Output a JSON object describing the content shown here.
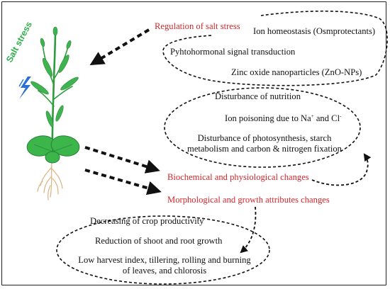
{
  "labels": {
    "salt_stress": "Salt stress",
    "regulation": "Regulation of salt stress",
    "ion_homeostasis": "Ion homeostasis (Osmprotectants)",
    "phytohormonal": "Pyhtohormonal signal transduction",
    "zinc_oxide": "Zinc oxide nanoparticles (ZnO-NPs)",
    "disturbance_nutrition": "Disturbance of nutrition",
    "ion_poisoning_prefix": "Ion poisoning due to Na",
    "ion_poisoning_na_charge": "+",
    "ion_poisoning_mid": " and Cl",
    "ion_poisoning_cl_charge": "-",
    "photosynthesis_line1": "Disturbance of photosynthesis, starch",
    "photosynthesis_line2": "metabolism and carbon & nitrogen fixation",
    "biochemical": "Biochemical and physiological changes",
    "morphological": "Morphological and growth attributes changes",
    "decreasing_crop": "Decreasing of crop productivity",
    "reduction_shoot": "Reduction of shoot and root growth",
    "low_harvest_line1": "Low harvest index, tillering, rolling and burning",
    "low_harvest_line2": "of leaves, and chlorosis"
  },
  "colors": {
    "highlight_red": "#d0262b",
    "plant_green": "#2fb04b",
    "lightning_blue": "#2b6fd6"
  }
}
